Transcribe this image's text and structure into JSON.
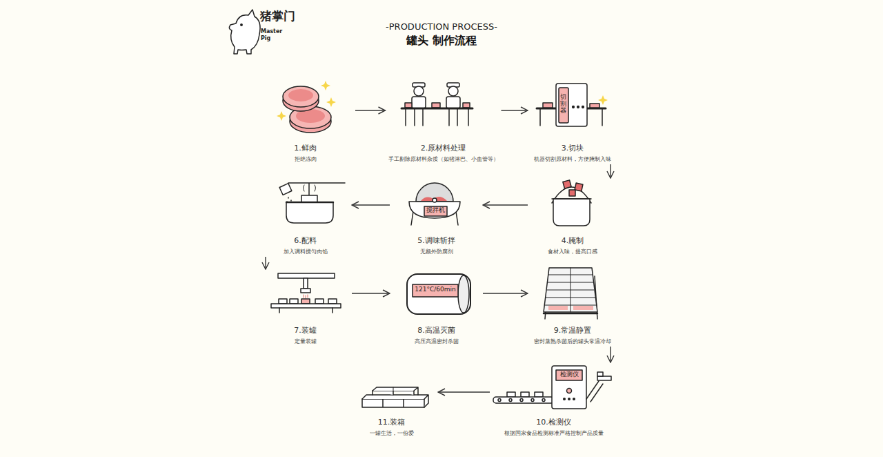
{
  "diagram": {
    "title": "罐头 制作流程",
    "nodes": [
      {
        "text": [
          "1.鲜肉",
          "拒绝冻肉"
        ]
      },
      {
        "text": [
          "2.原材料处理",
          "手工剔除原材料杂质（如猪淋巴、小血管等）"
        ]
      },
      {
        "text": [
          "3.切块",
          "机器切割原材料，方便腌制入味"
        ]
      },
      {
        "text": [
          "4.腌制",
          "食材入味，提高口感"
        ]
      },
      {
        "text": [
          "5.调味斩拌",
          "无额外防腐剂"
        ]
      },
      {
        "text": [
          "6.配料",
          "加入调料搅匀肉馅"
        ]
      },
      {
        "text": [
          "7.装罐",
          "定量装罐"
        ]
      },
      {
        "text": [
          "8.高温灭菌",
          "高压高温密封杀菌"
        ]
      },
      {
        "text": [
          "9.常温静置",
          "密封蒸熟杀菌后的罐头常温冷却"
        ]
      },
      {
        "text": [
          "10.检测仪",
          "根据国家食品检测标准严格控制产品质量"
        ]
      },
      {
        "text": [
          "11.装箱",
          "一罐生活，一份爱"
        ]
      }
    ],
    "edges": [
      {
        "from": 0,
        "to": 1,
        "arrow": "to"
      },
      {
        "from": 1,
        "to": 2,
        "arrow": "to"
      },
      {
        "from": 2,
        "to": 3,
        "arrow": "to"
      },
      {
        "from": 3,
        "to": 4,
        "arrow": "to"
      },
      {
        "from": 4,
        "to": 5,
        "arrow": "to"
      },
      {
        "from": 5,
        "to": 6,
        "arrow": "to"
      },
      {
        "from": 6,
        "to": 7,
        "arrow": "to"
      },
      {
        "from": 7,
        "to": 8,
        "arrow": "to"
      },
      {
        "from": 8,
        "to": 9,
        "arrow": "to"
      },
      {
        "from": 9,
        "to": 10,
        "arrow": "to"
      }
    ],
    "labels": [
      "-PRODUCTION PROCESS-",
      "猪掌门",
      "Master",
      "Pig",
      "切割器",
      "搅拌机",
      "121°C/60min",
      "检测仪"
    ]
  }
}
